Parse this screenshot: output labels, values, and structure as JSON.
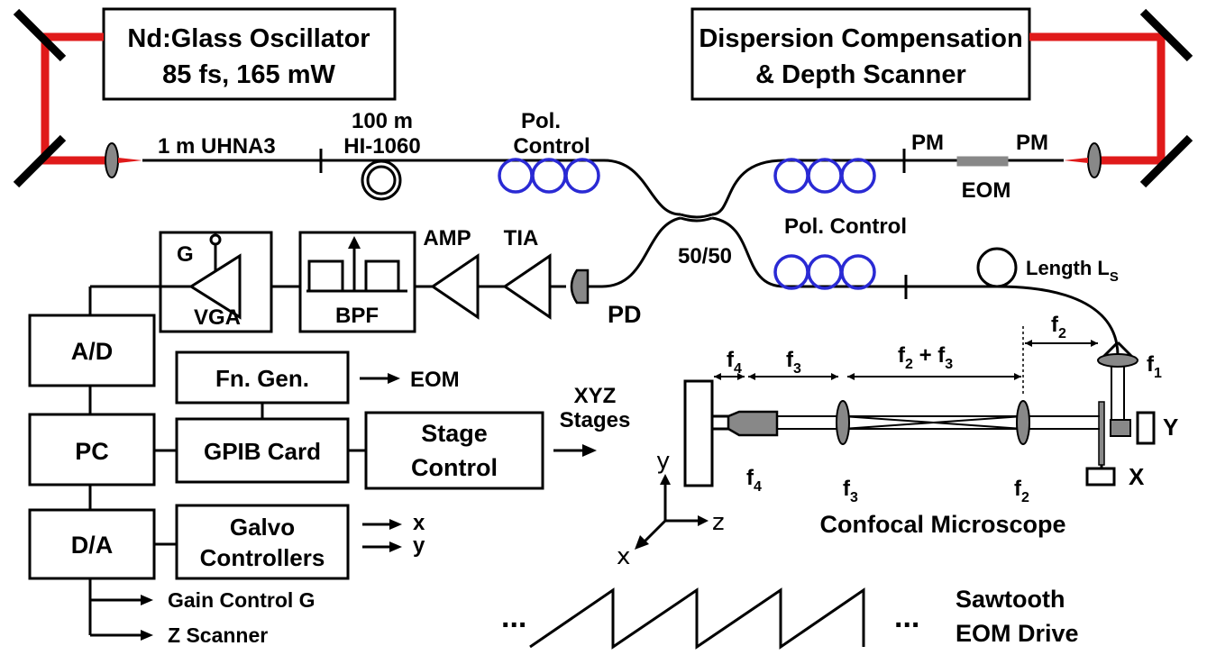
{
  "oscillator": {
    "line1": "Nd:Glass Oscillator",
    "line2": "85 fs, 165 mW"
  },
  "dispersion": {
    "line1": "Dispersion Compensation",
    "line2": "& Depth Scanner"
  },
  "fiber": {
    "uhna3": "1 m UHNA3",
    "hi1060_line1": "100 m",
    "hi1060_line2": "HI-1060",
    "pol_top_line1": "Pol.",
    "pol_top_line2": "Control",
    "pm_left": "PM",
    "pm_right": "PM",
    "eom": "EOM",
    "pol_bottom": "Pol. Control",
    "coupler": "50/50",
    "length_main": "Length L",
    "length_sub": "S"
  },
  "detection": {
    "pd": "PD",
    "tia": "TIA",
    "amp": "AMP",
    "bpf": "BPF",
    "vga": "VGA",
    "gain": "G"
  },
  "control": {
    "ad": "A/D",
    "pc": "PC",
    "da": "D/A",
    "fngen": "Fn. Gen.",
    "eom_out": "EOM",
    "gpib": "GPIB Card",
    "stage_line1": "Stage",
    "stage_line2": "Control",
    "xyz_line1": "XYZ",
    "xyz_line2": "Stages",
    "galvo_line1": "Galvo",
    "galvo_line2": "Controllers",
    "out_x": "x",
    "out_y": "y",
    "gain_control": "Gain Control G",
    "z_scanner": "Z Scanner"
  },
  "microscope": {
    "title": "Confocal Microscope",
    "f1": "f",
    "f1_sub": "1",
    "f2": "f",
    "f2_sub": "2",
    "f3": "f",
    "f3_sub": "3",
    "f4": "f",
    "f4_sub": "4",
    "dim_f2": "f",
    "dim_f2_sub": "2",
    "dim_f2f3_a": "f",
    "dim_f2f3_a_sub": "2",
    "dim_f2f3_plus": " + f",
    "dim_f2f3_b_sub": "3",
    "dim_f3": "f",
    "dim_f3_sub": "3",
    "dim_f4": "f",
    "dim_f4_sub": "4",
    "galvo_x": "X",
    "galvo_y": "Y",
    "axis_x": "x",
    "axis_y": "y",
    "axis_z": "z"
  },
  "sawtooth": {
    "dots_left": "...",
    "dots_right": "...",
    "line1": "Sawtooth",
    "line2": "EOM Drive"
  }
}
